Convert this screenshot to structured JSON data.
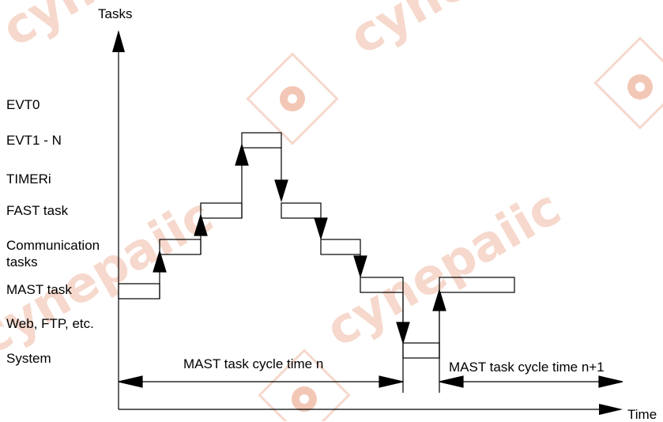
{
  "watermark": {
    "text": "cynepaiic",
    "color": "#f6d8cc"
  },
  "axes": {
    "y_label": "Tasks",
    "x_label": "Time"
  },
  "task_levels": [
    {
      "label": "EVT0"
    },
    {
      "label": "EVT1 - N"
    },
    {
      "label": "TIMERi"
    },
    {
      "label": "FAST task"
    },
    {
      "label": "Communication\ntasks"
    },
    {
      "label": "MAST task"
    },
    {
      "label": "Web, FTP, etc."
    },
    {
      "label": "System"
    }
  ],
  "cycles": [
    {
      "label": "MAST task cycle time n"
    },
    {
      "label": "MAST task cycle time n+1"
    }
  ]
}
